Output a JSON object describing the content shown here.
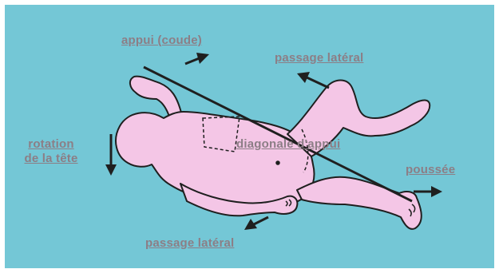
{
  "colors": {
    "background": "#74c7d6",
    "body_fill": "#f4c6e6",
    "outline": "#1f1f1f",
    "label": "#8c7e86",
    "frame": "#ffffff"
  },
  "labels": {
    "appui": "appui (coude)",
    "passage_top": "passage latéral",
    "rotation_line1": "rotation",
    "rotation_line2": "de la tête",
    "diagonale": "diagonale d'appui",
    "poussee": "poussée",
    "passage_bottom": "passage latéral"
  },
  "arrows": [
    {
      "name": "appui-arrow",
      "direction": "up-right"
    },
    {
      "name": "passage-top-arrow",
      "direction": "up-left"
    },
    {
      "name": "rotation-arrow",
      "direction": "down"
    },
    {
      "name": "poussee-arrow",
      "direction": "right"
    },
    {
      "name": "passage-bottom-arrow",
      "direction": "down-left"
    }
  ]
}
